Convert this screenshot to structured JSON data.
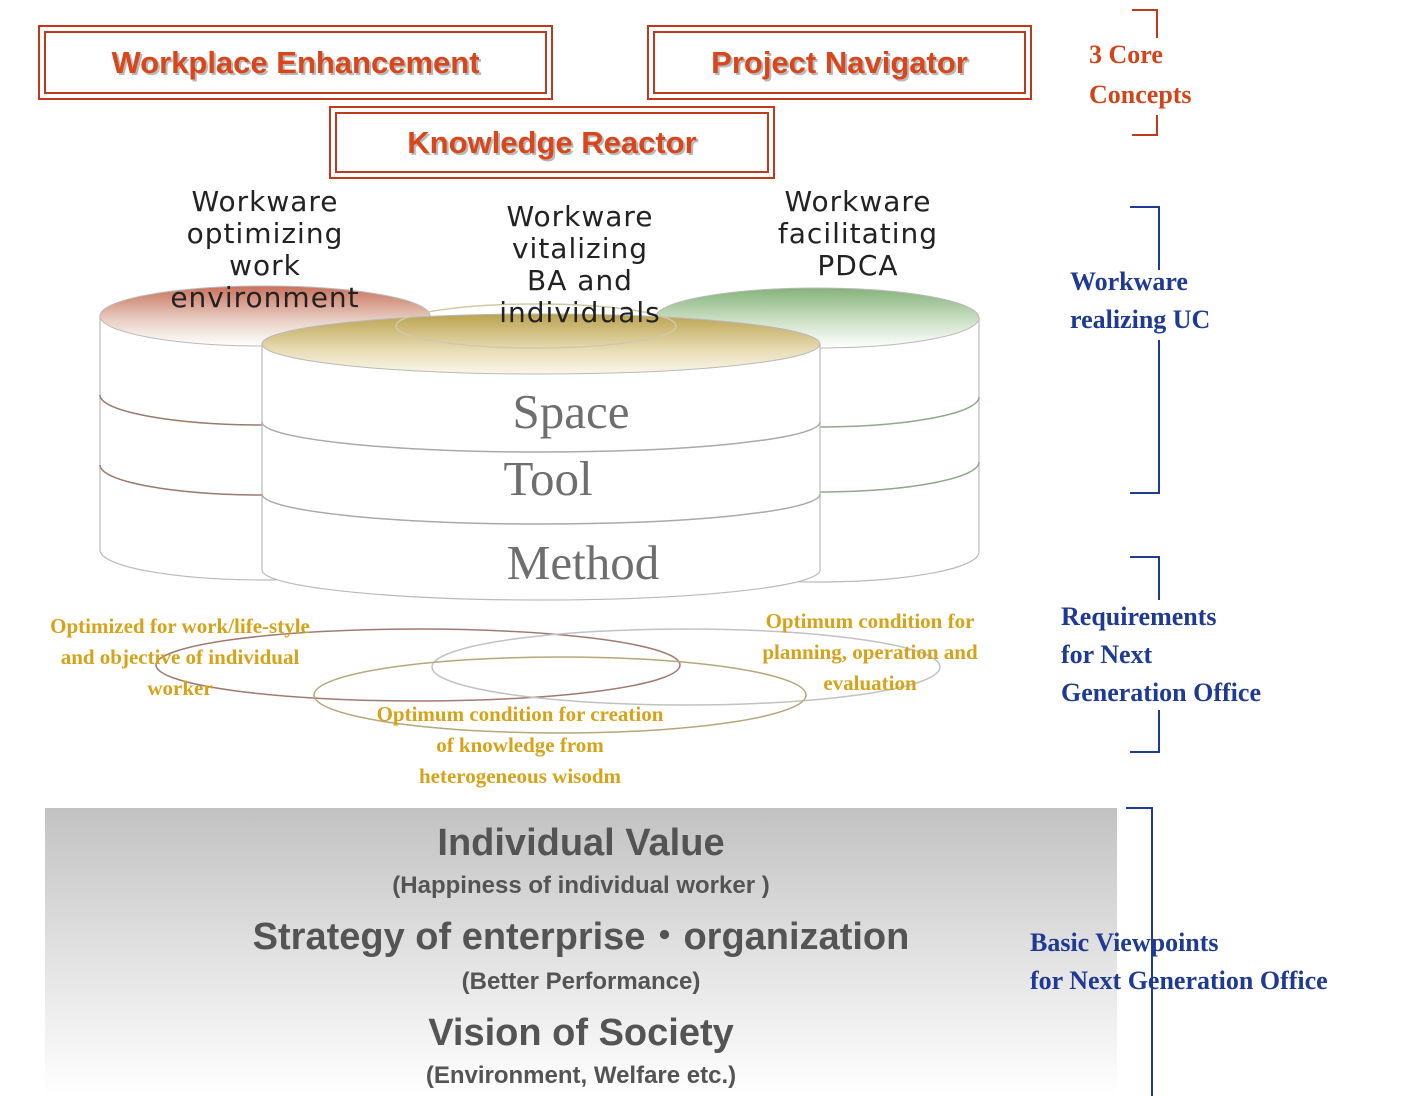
{
  "core_concepts": {
    "workplace_enhancement": "Workplace Enhancement",
    "project_navigator": "Project Navigator",
    "knowledge_reactor": "Knowledge Reactor"
  },
  "workware": {
    "left": [
      "Workware",
      "optimizing",
      "work",
      "environment"
    ],
    "middle": [
      "Workware",
      "vitalizing",
      "BA and",
      "individuals"
    ],
    "right": [
      "Workware",
      "facilitating",
      "PDCA"
    ]
  },
  "layers": {
    "space": "Space",
    "tool": "Tool",
    "method": "Method"
  },
  "requirements": {
    "left": [
      "Optimized for work/life-style",
      "and objective of individual",
      "worker"
    ],
    "right": [
      "Optimum condition for",
      "planning, operation and",
      "evaluation"
    ],
    "bottom": [
      "Optimum condition for creation",
      "of knowledge from",
      "heterogeneous wisodm"
    ]
  },
  "basic_viewpoints": {
    "individual_value": "Individual Value",
    "individual_value_sub": "(Happiness of individual worker )",
    "strategy": "Strategy of enterprise・organization",
    "strategy_sub": "(Better Performance)",
    "vision": "Vision of Society",
    "vision_sub": "(Environment, Welfare etc.)"
  },
  "side_labels": {
    "core": [
      "3 Core",
      "Concepts"
    ],
    "workware": [
      "Workware",
      "realizing UC"
    ],
    "requirements": [
      "Requirements",
      "for Next",
      "Generation Office"
    ],
    "basic": [
      "Basic Viewpoints",
      "for Next Generation Office"
    ]
  },
  "colors": {
    "concept_red": "#d9461c",
    "orange_label": "#d0451b",
    "blue_label": "#1f3a93",
    "gold_text": "#d6a21a"
  }
}
